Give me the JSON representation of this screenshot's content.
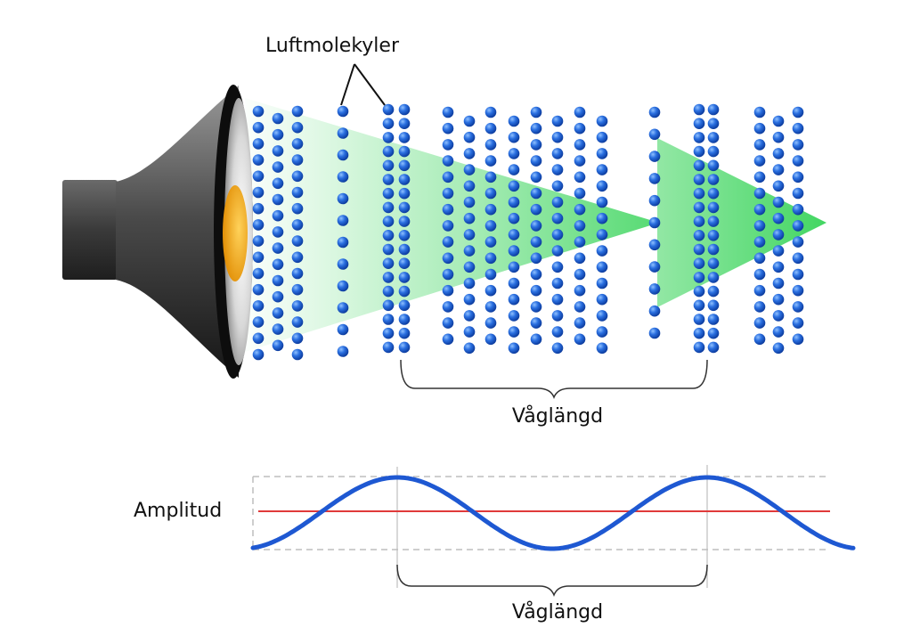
{
  "labels": {
    "molecules": "Luftmolekyler",
    "wavelength_top": "Våglängd",
    "amplitude": "Amplitud",
    "wavelength_bottom": "Våglängd"
  },
  "colors": {
    "molecule": "#1f5fd6",
    "molecule_highlight": "#7fb4ff",
    "wave_cone": "#39d45a",
    "wave_line": "#1e58d2",
    "center_line": "#e03a3a",
    "guide_dash": "#bdbdbd",
    "speaker_body": "#3c3c3c",
    "speaker_center": "#f5a623"
  },
  "icons": {
    "speaker": "loudspeaker-icon"
  }
}
